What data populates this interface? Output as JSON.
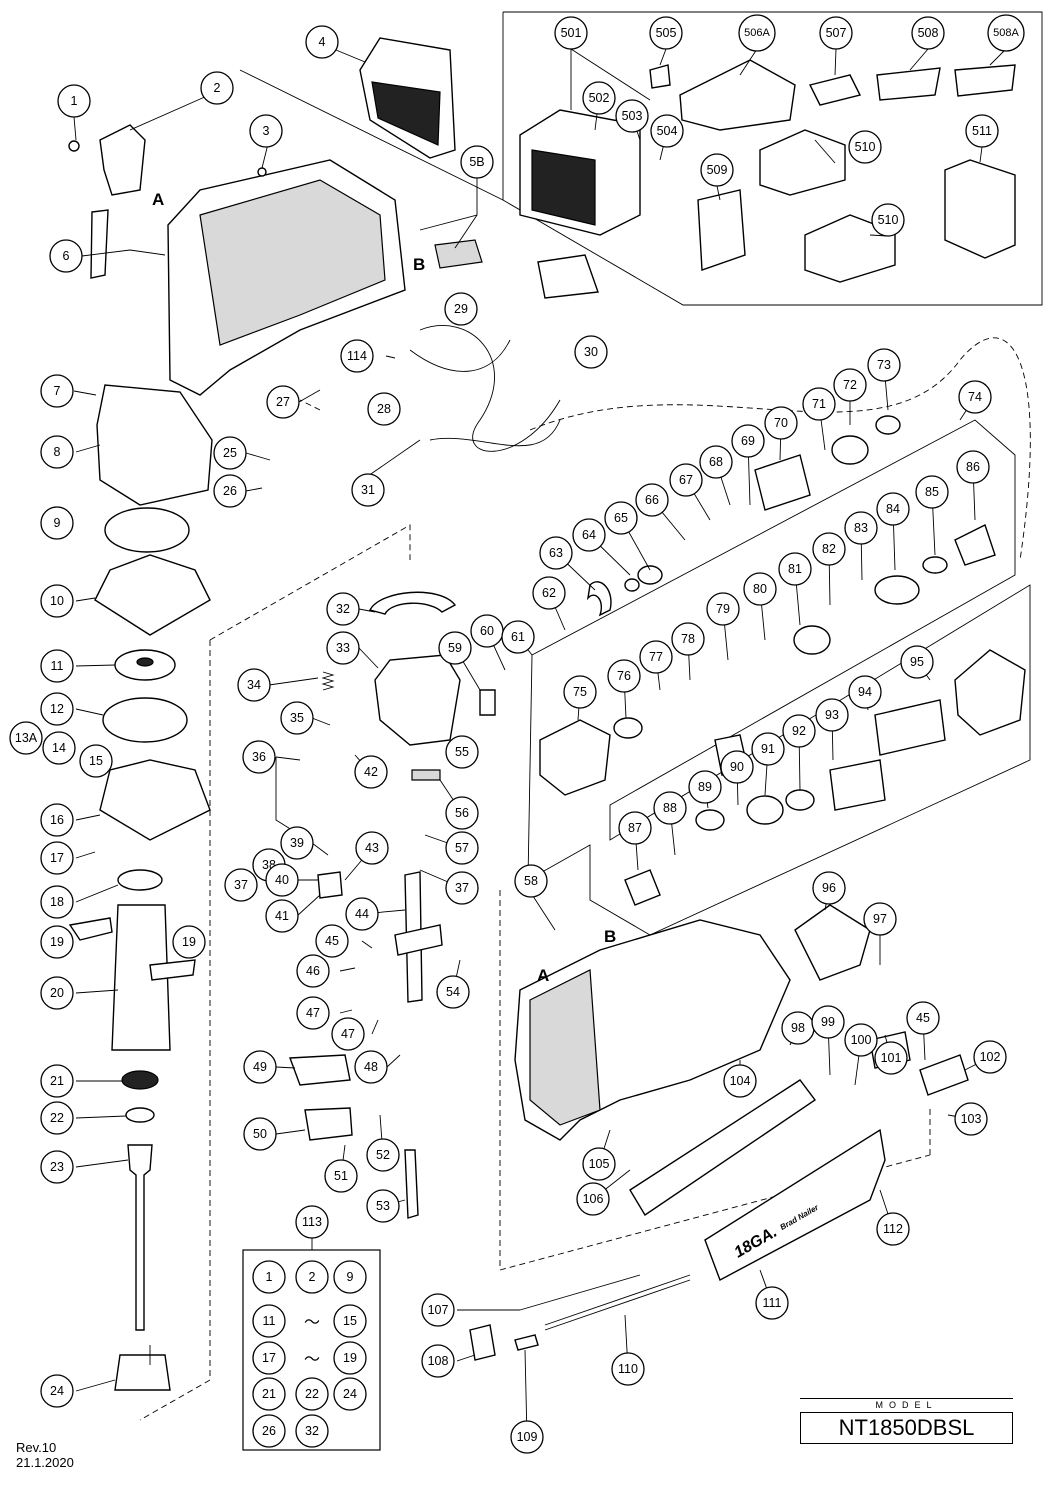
{
  "model": {
    "label": "MODEL",
    "number": "NT1850DBSL"
  },
  "revision": {
    "rev": "Rev.10",
    "date": "21.1.2020"
  },
  "ref_letters": {
    "a": "A",
    "b": "B"
  },
  "kit_set": {
    "callout": "113",
    "tilde": "～"
  },
  "callouts": [
    "1",
    "2",
    "3",
    "4",
    "5B",
    "6",
    "7",
    "8",
    "9",
    "10",
    "11",
    "12",
    "13A",
    "14",
    "15",
    "16",
    "17",
    "18",
    "19",
    "20",
    "21",
    "22",
    "23",
    "24",
    "25",
    "26",
    "27",
    "28",
    "29",
    "30",
    "31",
    "32",
    "33",
    "34",
    "35",
    "36",
    "37",
    "38",
    "39",
    "40",
    "41",
    "42",
    "43",
    "44",
    "45",
    "46",
    "47",
    "48",
    "49",
    "50",
    "51",
    "52",
    "53",
    "54",
    "55",
    "56",
    "57",
    "58",
    "59",
    "60",
    "61",
    "62",
    "63",
    "64",
    "65",
    "66",
    "67",
    "68",
    "69",
    "70",
    "71",
    "72",
    "73",
    "74",
    "75",
    "76",
    "77",
    "78",
    "79",
    "80",
    "81",
    "82",
    "83",
    "84",
    "85",
    "86",
    "87",
    "88",
    "89",
    "90",
    "91",
    "92",
    "93",
    "94",
    "95",
    "96",
    "97",
    "98",
    "99",
    "100",
    "101",
    "102",
    "103",
    "104",
    "105",
    "106",
    "107",
    "108",
    "109",
    "110",
    "111",
    "112",
    "113",
    "114",
    "501",
    "502",
    "503",
    "504",
    "505",
    "506A",
    "507",
    "508",
    "508A",
    "509",
    "510",
    "511"
  ],
  "magazine_text": {
    "gauge": "18GA.",
    "type": "Brad Nailer"
  }
}
